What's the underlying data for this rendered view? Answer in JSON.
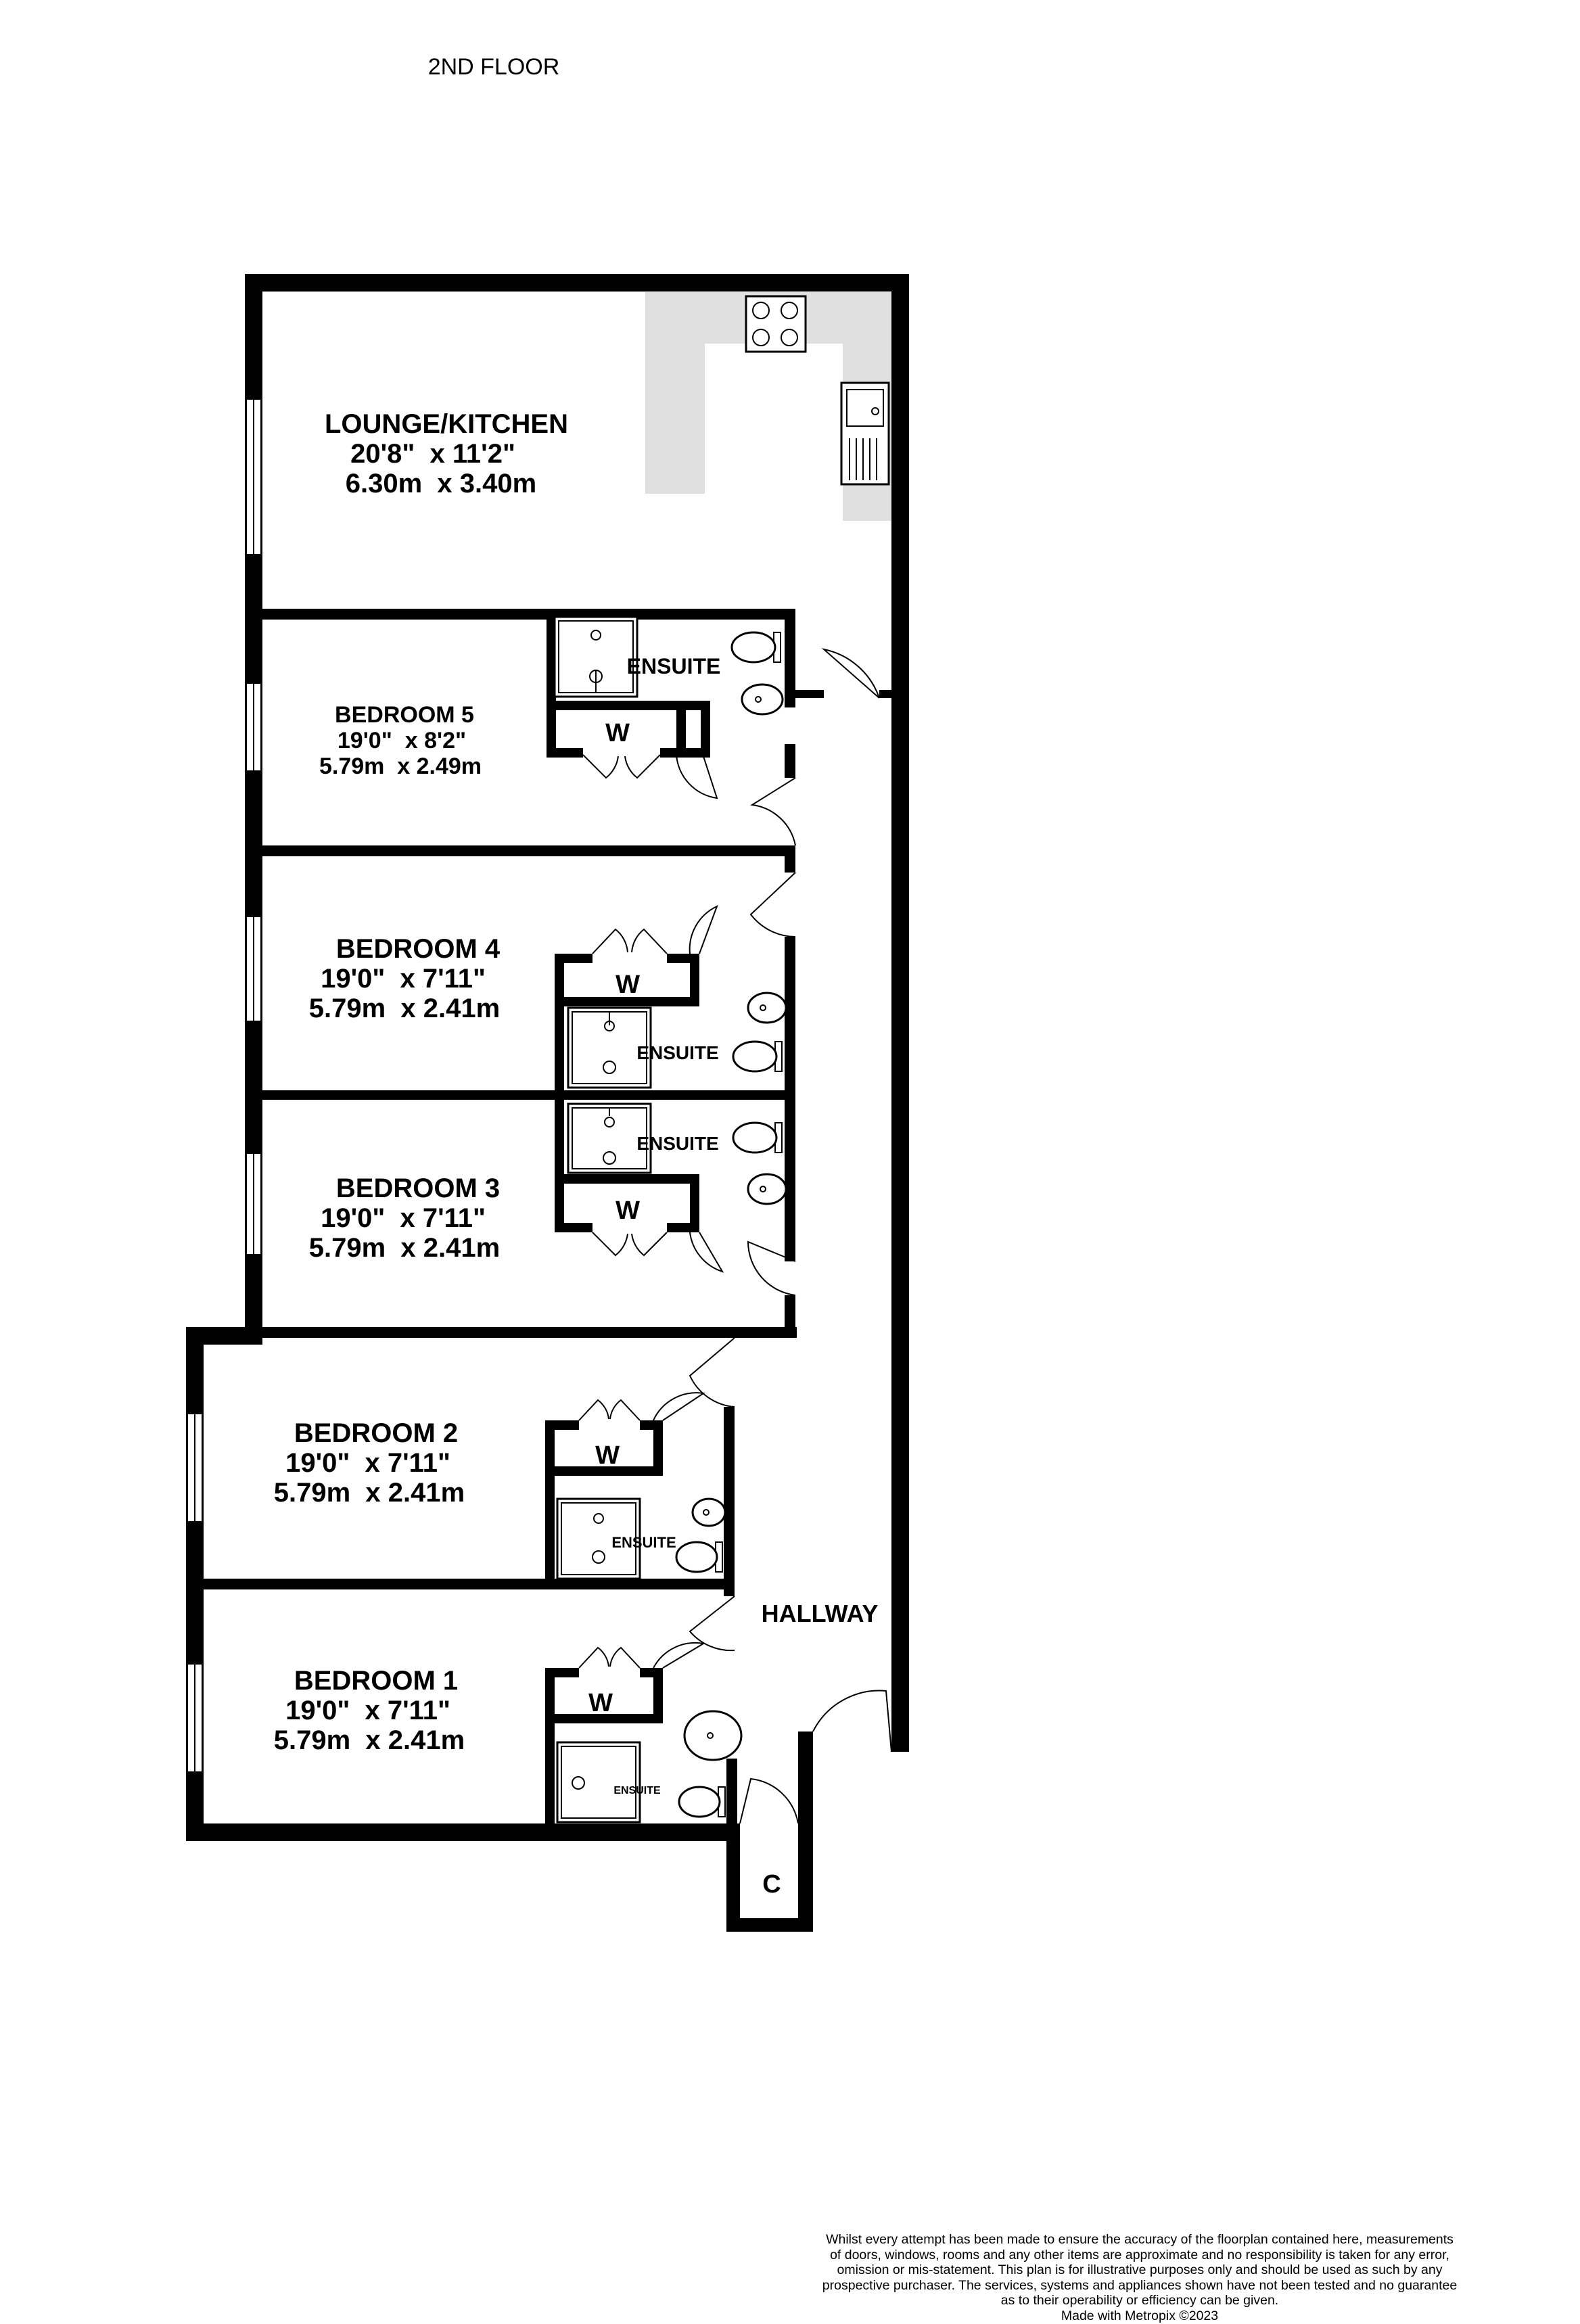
{
  "floor_title": "2ND FLOOR",
  "rooms": {
    "lounge_kitchen": {
      "name": "LOUNGE/KITCHEN",
      "imperial": "20'8\"  x 11'2\"",
      "metric": "6.30m  x 3.40m"
    },
    "bedroom5": {
      "name": "BEDROOM 5",
      "imperial": "19'0\"  x 8'2\"",
      "metric": "5.79m  x 2.49m"
    },
    "bedroom4": {
      "name": "BEDROOM 4",
      "imperial": "19'0\"  x 7'11\"",
      "metric": "5.79m  x 2.41m"
    },
    "bedroom3": {
      "name": "BEDROOM 3",
      "imperial": "19'0\"  x 7'11\"",
      "metric": "5.79m  x 2.41m"
    },
    "bedroom2": {
      "name": "BEDROOM 2",
      "imperial": "19'0\"  x 7'11\"",
      "metric": "5.79m  x 2.41m"
    },
    "bedroom1": {
      "name": "BEDROOM 1",
      "imperial": "19'0\"  x 7'11\"",
      "metric": "5.79m  x 2.41m"
    },
    "hallway": {
      "name": "HALLWAY"
    },
    "cupboard": {
      "name": "C"
    }
  },
  "ensuite_label": "ENSUITE",
  "wardrobe_label": "W",
  "disclaimer_lines": [
    "Whilst every attempt has been made to ensure the accuracy of the floorplan contained here, measurements",
    "of doors, windows, rooms and any other items are approximate and no responsibility is taken for any error,",
    "omission or mis-statement. This plan is for illustrative purposes only and should be used as such by any",
    "prospective purchaser. The services, systems and appliances shown have not been tested and no guarantee",
    "as to their operability or efficiency can be given."
  ],
  "credit": "Made with Metropix ©2023",
  "colors": {
    "wall": "#000000",
    "kitchen_counter": "#e0e0e0",
    "background": "#ffffff"
  }
}
